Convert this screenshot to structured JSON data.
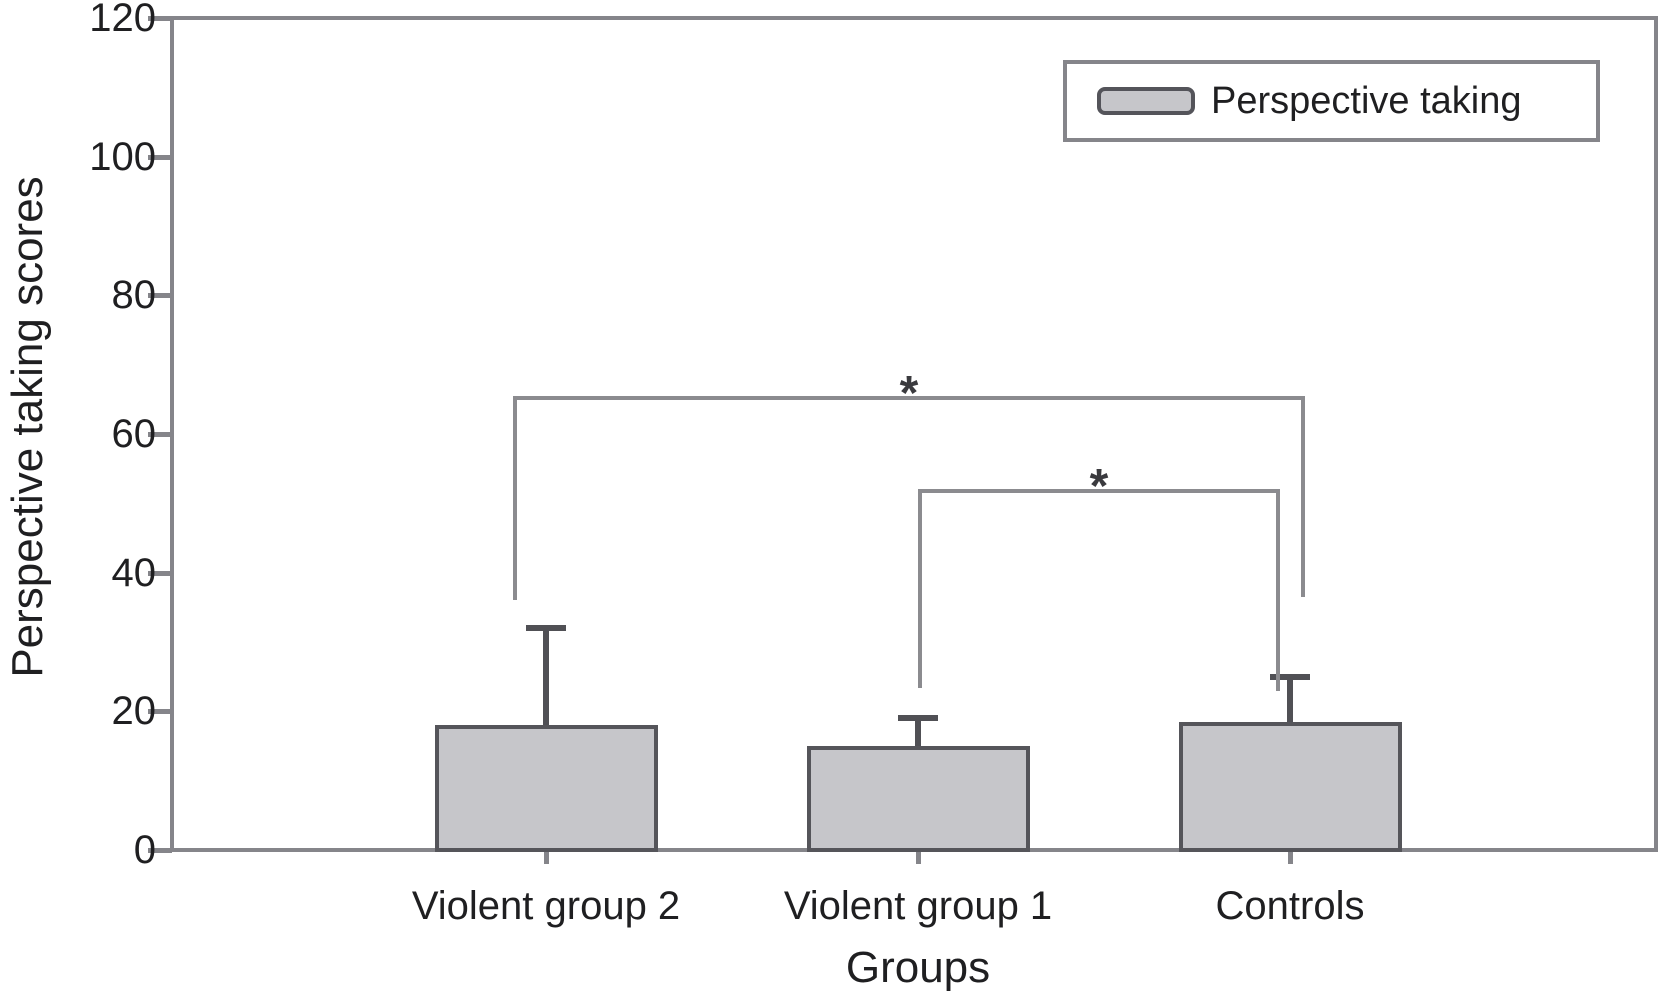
{
  "figure": {
    "background": "#ffffff"
  },
  "colors": {
    "bar_fill": "#c6c6ca",
    "bar_border": "#55555a",
    "axis": "#85858a",
    "error_bar": "#505055",
    "bracket": "#8b8b8f",
    "text": "#1f1f21",
    "asterisk": "#3a3a3e"
  },
  "chart_data": {
    "type": "bar",
    "title": "",
    "xlabel": "Groups",
    "ylabel": "Perspective taking scores",
    "ylim": [
      0,
      120
    ],
    "yticks": [
      0,
      20,
      40,
      60,
      80,
      100,
      120
    ],
    "categories": [
      "Violent group 2",
      "Violent group 1",
      "Controls"
    ],
    "series": [
      {
        "name": "Perspective taking",
        "values": [
          18,
          15,
          18.5
        ],
        "upper_errors": [
          14,
          4,
          6.5
        ]
      }
    ],
    "grid": false,
    "legend": {
      "position": "top-right",
      "entries": [
        "Perspective taking"
      ]
    },
    "annotations": {
      "brackets": [
        {
          "between": [
            0,
            2
          ],
          "label": "*",
          "y_top": 65.5,
          "leg_end_left": 36,
          "leg_end_right": 36.5,
          "x_offset_left": -31,
          "x_offset_right": 13
        },
        {
          "between": [
            1,
            2
          ],
          "label": "*",
          "y_top": 52,
          "leg_end_left": 23.3,
          "leg_end_right": 23,
          "x_offset_left": 2,
          "x_offset_right": -12
        }
      ]
    }
  }
}
